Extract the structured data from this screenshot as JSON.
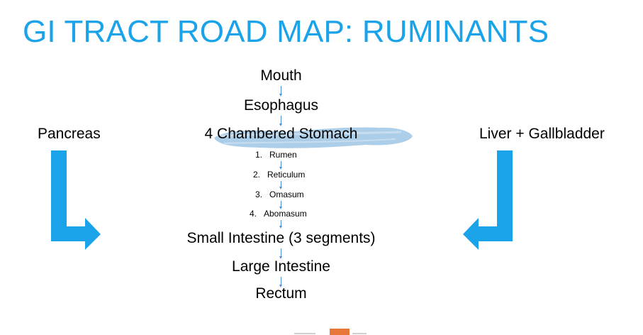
{
  "title": "GI TRACT ROAD MAP: RUMINANTS",
  "main_path": [
    "Mouth",
    "Esophagus",
    "4 Chambered Stomach",
    "Small Intestine (3 segments)",
    "Large Intestine",
    "Rectum"
  ],
  "stomach_chambers": [
    {
      "num": "1.",
      "name": "Rumen"
    },
    {
      "num": "2.",
      "name": "Reticulum"
    },
    {
      "num": "3.",
      "name": "Omasum"
    },
    {
      "num": "4.",
      "name": "Abomasum"
    }
  ],
  "left_organ": "Pancreas",
  "right_organ": "Liver + Gallbladder",
  "colors": {
    "title": "#1aa3e8",
    "arrow": "#1aa3e8",
    "small_arrow": "#4a90d9",
    "highlight": "#9ec5e4"
  }
}
